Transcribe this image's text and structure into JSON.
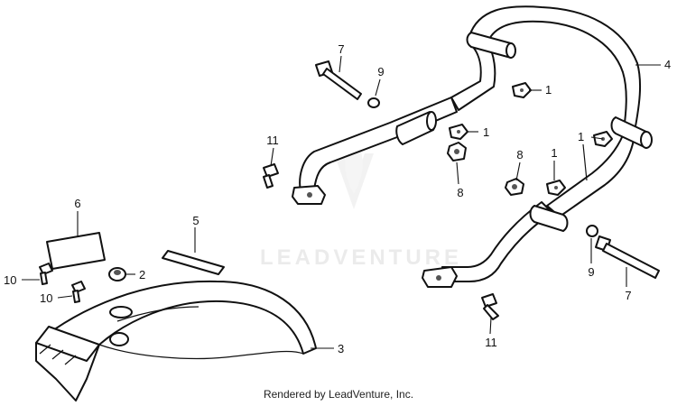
{
  "watermark": {
    "logo_text": "LEADVENTURE"
  },
  "footer": {
    "text": "Rendered by LeadVenture, Inc."
  },
  "callouts": {
    "c1a": "1",
    "c1b": "1",
    "c1c": "1",
    "c1d": "1",
    "c2": "2",
    "c3": "3",
    "c4": "4",
    "c5": "5",
    "c6": "6",
    "c7a": "7",
    "c7b": "7",
    "c8a": "8",
    "c8b": "8",
    "c9a": "9",
    "c9b": "9",
    "c10a": "10",
    "c10b": "10",
    "c11a": "11",
    "c11b": "11"
  }
}
